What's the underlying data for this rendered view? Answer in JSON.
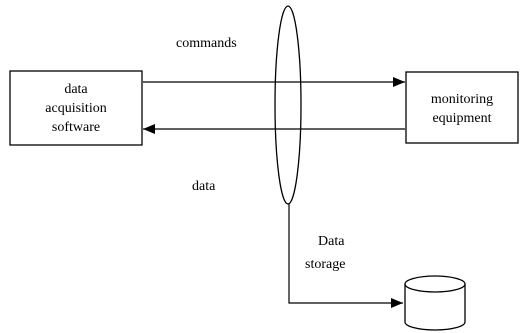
{
  "diagram": {
    "nodes": {
      "software": {
        "lines": [
          "data",
          "acquisition",
          "software"
        ]
      },
      "equipment": {
        "lines": [
          "monitoring",
          "equipment"
        ]
      },
      "storage": {
        "label": ""
      }
    },
    "edges": {
      "commands": {
        "label": "commands"
      },
      "data": {
        "label": "data"
      },
      "storage": {
        "lines": [
          "Data",
          "storage"
        ]
      }
    }
  }
}
